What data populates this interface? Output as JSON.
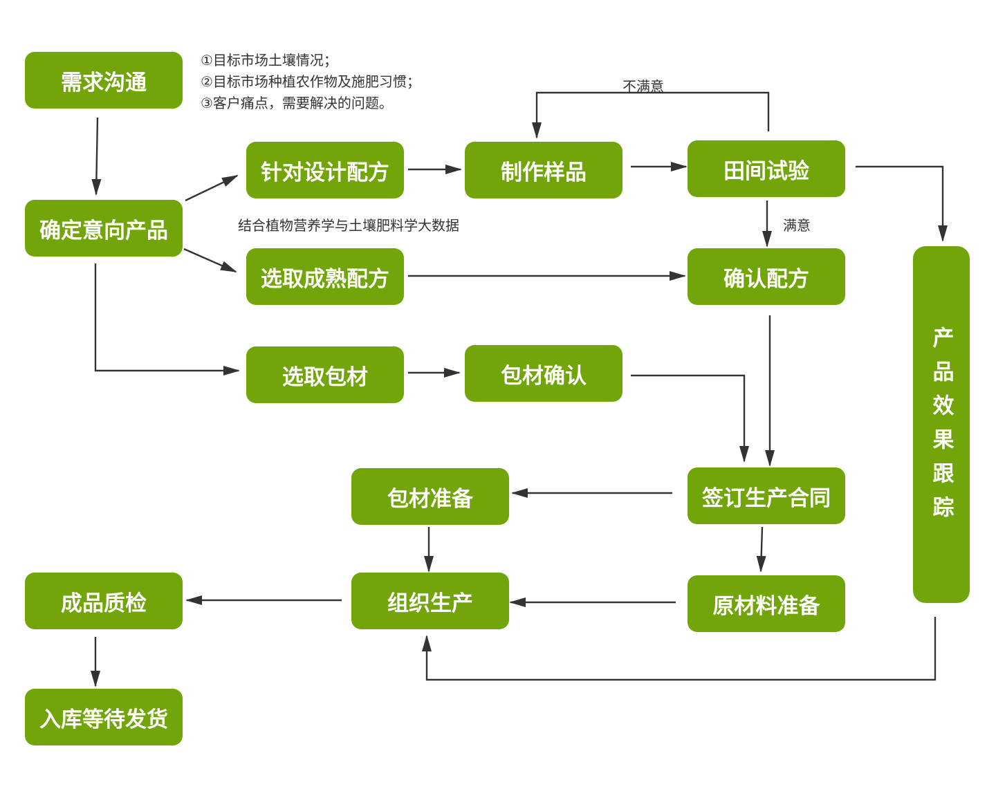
{
  "nodes": {
    "demand": "需求沟通",
    "intent": "确定意向产品",
    "design": "针对设计配方",
    "sample": "制作样品",
    "field": "田间试验",
    "mature": "选取成熟配方",
    "confirm_formula": "确认配方",
    "pick_pack": "选取包材",
    "pack_confirm": "包材确认",
    "contract": "签订生产合同",
    "pack_prep": "包材准备",
    "raw_prep": "原材料准备",
    "produce": "组织生产",
    "qc": "成品质检",
    "warehouse": "入库等待发货",
    "tracking": "产品效果跟踪"
  },
  "notes": {
    "requirements": [
      "①目标市场土壤情况；",
      "②目标市场种植农作物及施肥习惯；",
      "③客户痛点，需要解决的问题。"
    ],
    "big_data": "结合植物营养学与土壤肥料学大数据",
    "unsatisfied": "不满意",
    "satisfied": "满意"
  },
  "colors": {
    "node_fill": "#71a509",
    "node_text": "#ffffff",
    "edge": "#333333",
    "note_text": "#333333"
  }
}
